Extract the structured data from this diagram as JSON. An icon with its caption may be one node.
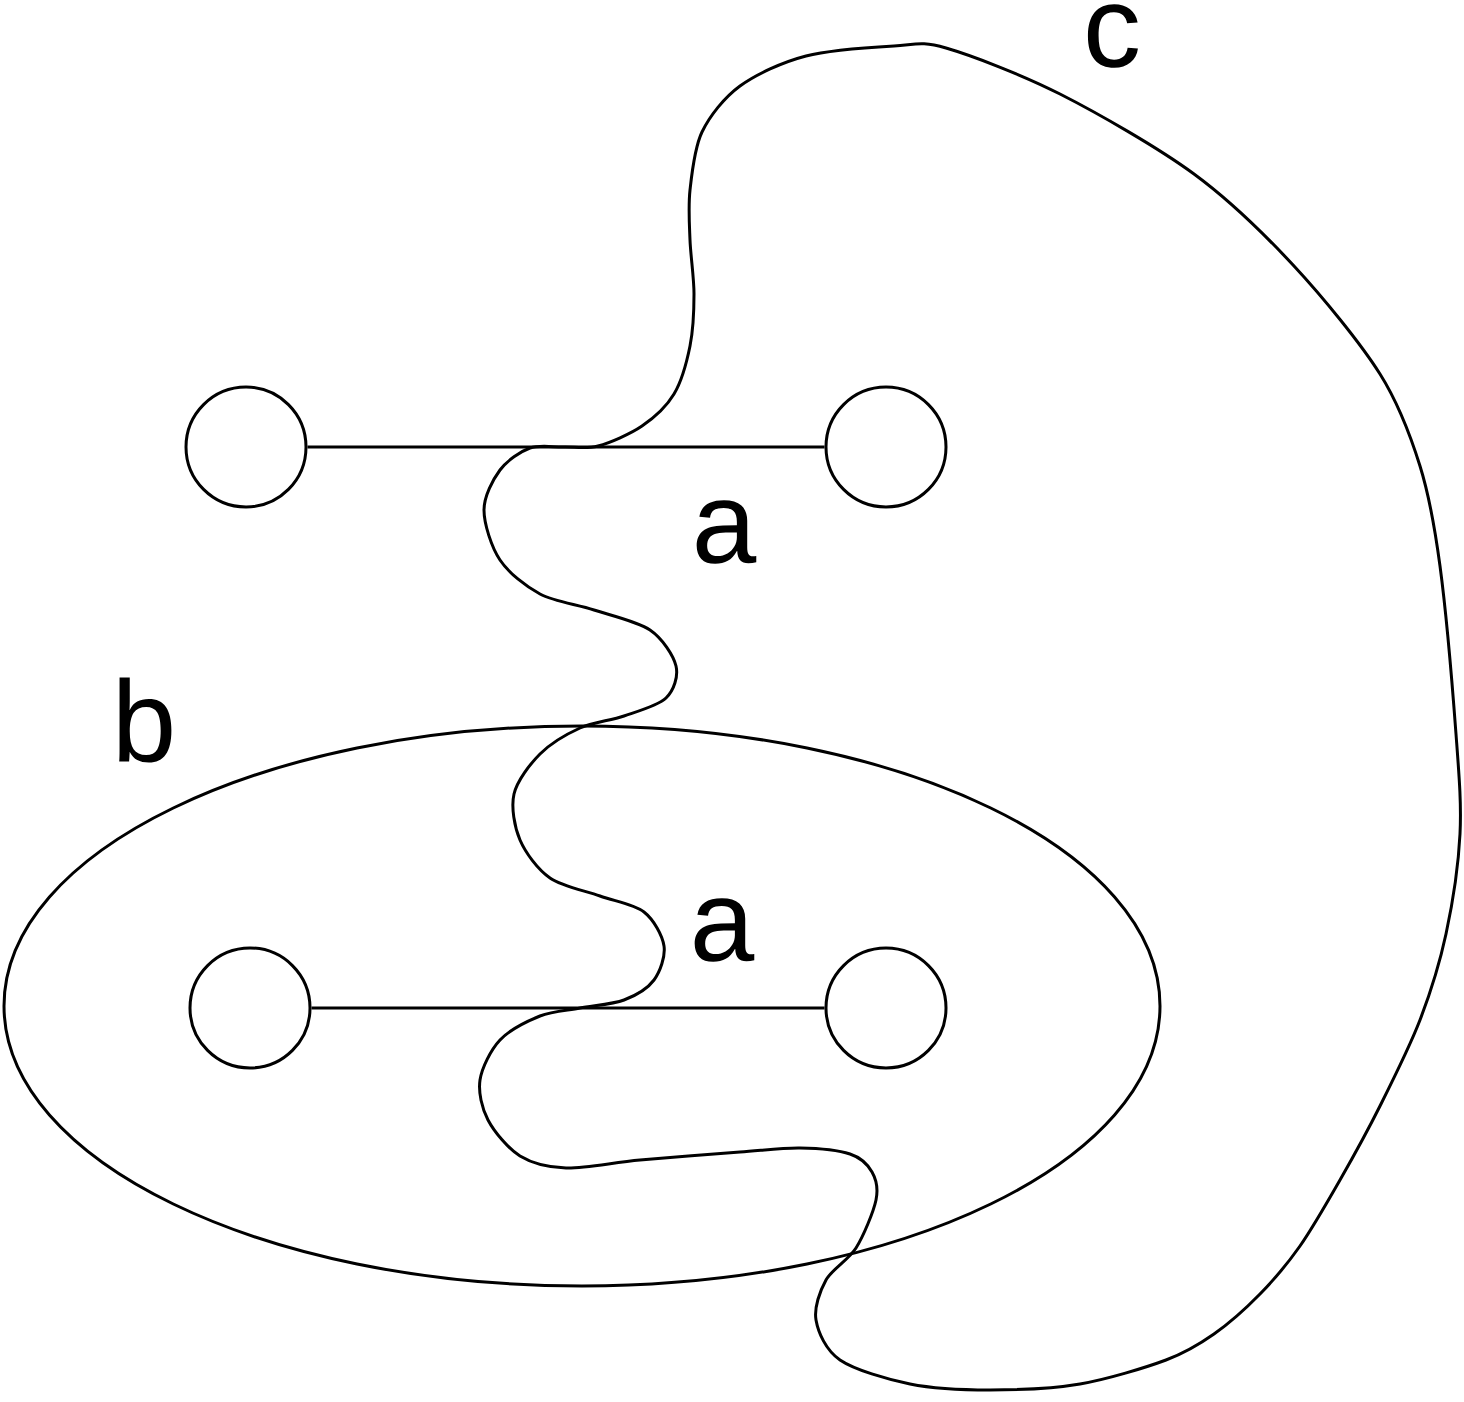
{
  "diagram": {
    "nodes": [
      {
        "text": [
          "c"
        ]
      },
      {
        "text": [],
        "shape": "circle"
      },
      {
        "text": [],
        "shape": "circle",
        "in": 0
      },
      {
        "text": [
          "b"
        ]
      },
      {
        "text": [],
        "shape": "circle",
        "in": 3
      },
      {
        "text": [],
        "shape": "circle"
      }
    ],
    "edges": [
      {
        "from": 1,
        "to": 2,
        "arrow": "none",
        "label": "a"
      },
      {
        "from": 4,
        "to": 5,
        "arrow": "none",
        "label": "a"
      }
    ]
  }
}
